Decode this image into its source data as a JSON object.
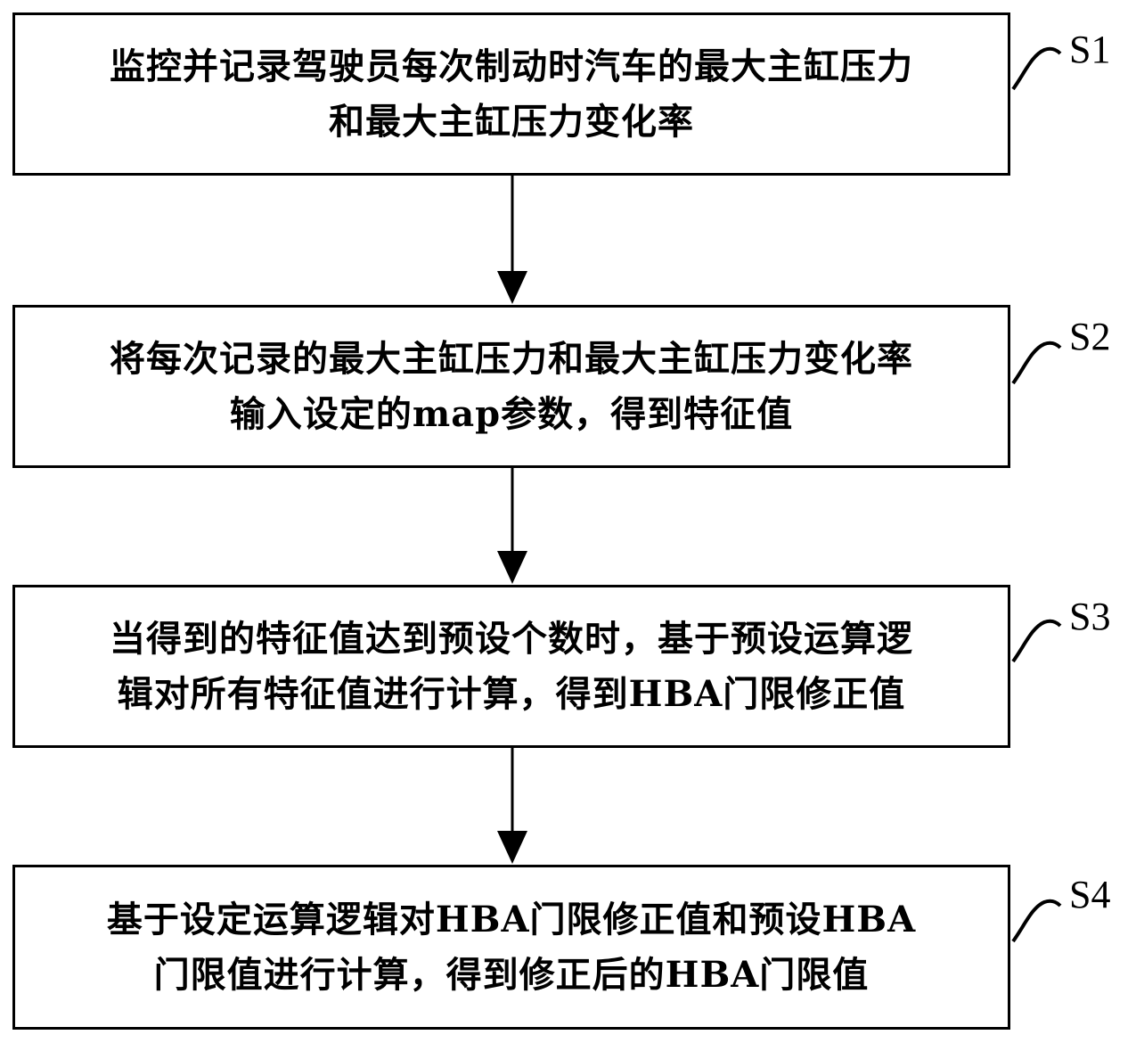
{
  "steps": [
    {
      "id": "S1",
      "label": "S1",
      "lines": [
        "监控并记录驾驶员每次制动时汽车的最大主缸压力",
        "和最大主缸压力变化率"
      ]
    },
    {
      "id": "S2",
      "label": "S2",
      "lines": [
        "将每次记录的最大主缸压力和最大主缸压力变化率",
        "输入设定的map参数，得到特征值"
      ]
    },
    {
      "id": "S3",
      "label": "S3",
      "lines": [
        "当得到的特征值达到预设个数时，基于预设运算逻",
        "辑对所有特征值进行计算，得到HBA门限修正值"
      ]
    },
    {
      "id": "S4",
      "label": "S4",
      "lines": [
        "基于设定运算逻辑对HBA门限修正值和预设HBA",
        "门限值进行计算，得到修正后的HBA门限值"
      ]
    }
  ],
  "colors": {
    "stroke": "#000000",
    "background": "#ffffff"
  }
}
